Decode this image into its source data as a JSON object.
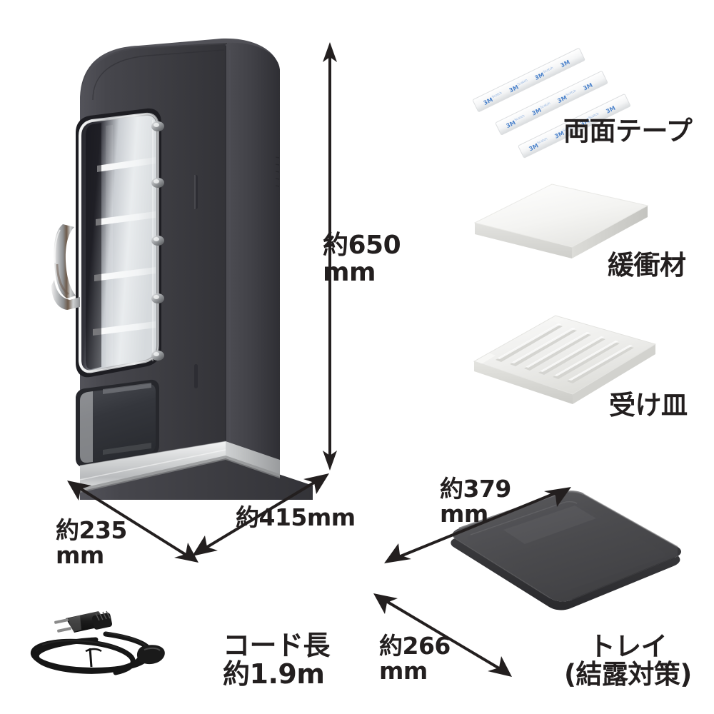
{
  "page": {
    "background": "#ffffff",
    "ink": "#231f1f",
    "body_color": "#3c3c3e",
    "chrome_color": "#c9cbcc",
    "tray_color": "#4a4a4c",
    "accessory_white": "#f2f2f0",
    "tape_blue": "#2f6fc4"
  },
  "main_unit": {
    "name": "retro-mini-vending-refrigerator",
    "door_shelves": 4,
    "door_studs": 5
  },
  "dimensions": {
    "height": {
      "value": "約650",
      "unit": "mm",
      "text": "約650\nmm"
    },
    "width": {
      "value": "約235",
      "unit": "mm",
      "text": "約235\nmm"
    },
    "depth": {
      "value": "約415mm",
      "unit": "mm",
      "text": "約415mm"
    }
  },
  "accessories": [
    {
      "id": "double-sided-tape",
      "label": "両面テープ",
      "brand_text": "3M",
      "count": 3
    },
    {
      "id": "cushioning-material",
      "label": "緩衝材"
    },
    {
      "id": "drip-pan",
      "label": "受け皿"
    }
  ],
  "power_cord": {
    "label": "コード長\n約1.9m",
    "length_label": "コード長",
    "length_value": "約1.9m"
  },
  "tray": {
    "label": "トレイ\n(結露対策)",
    "name_label": "トレイ",
    "note_label": "(結露対策)",
    "width": {
      "text": "約379\nmm"
    },
    "depth": {
      "text": "約266\nmm"
    }
  }
}
